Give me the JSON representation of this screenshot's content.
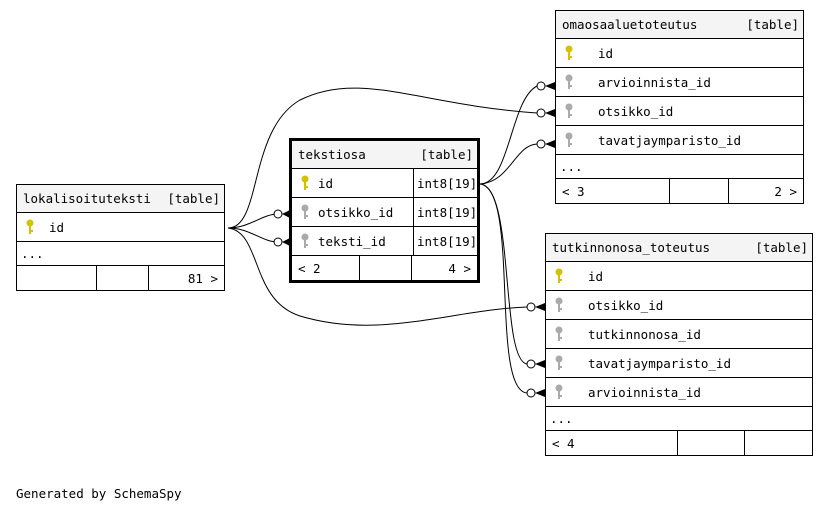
{
  "footer_text": "Generated by SchemaSpy",
  "colors": {
    "primary_key": "#d4c200",
    "foreign_key": "#aaaaaa",
    "header_bg": "#f4f4f4"
  },
  "tables": {
    "lokalisoituteksti": {
      "name": "lokalisoituteksti",
      "kind": "[table]",
      "columns": [
        {
          "name": "id",
          "key": "primary"
        }
      ],
      "more": "...",
      "footer": {
        "left": "",
        "right": "81 >"
      }
    },
    "tekstiosa": {
      "name": "tekstiosa",
      "kind": "[table]",
      "columns": [
        {
          "name": "id",
          "key": "primary",
          "type": "int8[19]"
        },
        {
          "name": "otsikko_id",
          "key": "foreign",
          "type": "int8[19]"
        },
        {
          "name": "teksti_id",
          "key": "foreign",
          "type": "int8[19]"
        }
      ],
      "footer": {
        "left": "< 2",
        "right": "4 >"
      }
    },
    "omaosaaluetoteutus": {
      "name": "omaosaaluetoteutus",
      "kind": "[table]",
      "columns": [
        {
          "name": "id",
          "key": "primary"
        },
        {
          "name": "arvioinnista_id",
          "key": "foreign"
        },
        {
          "name": "otsikko_id",
          "key": "foreign"
        },
        {
          "name": "tavatjaymparisto_id",
          "key": "foreign"
        }
      ],
      "more": "...",
      "footer": {
        "left": "< 3",
        "right": "2 >"
      }
    },
    "tutkinnonosa_toteutus": {
      "name": "tutkinnonosa_toteutus",
      "kind": "[table]",
      "columns": [
        {
          "name": "id",
          "key": "primary"
        },
        {
          "name": "otsikko_id",
          "key": "foreign"
        },
        {
          "name": "tutkinnonosa_id",
          "key": "foreign"
        },
        {
          "name": "tavatjaymparisto_id",
          "key": "foreign"
        },
        {
          "name": "arvioinnista_id",
          "key": "foreign"
        }
      ],
      "more": "...",
      "footer": {
        "left": "< 4",
        "right": ""
      }
    }
  }
}
